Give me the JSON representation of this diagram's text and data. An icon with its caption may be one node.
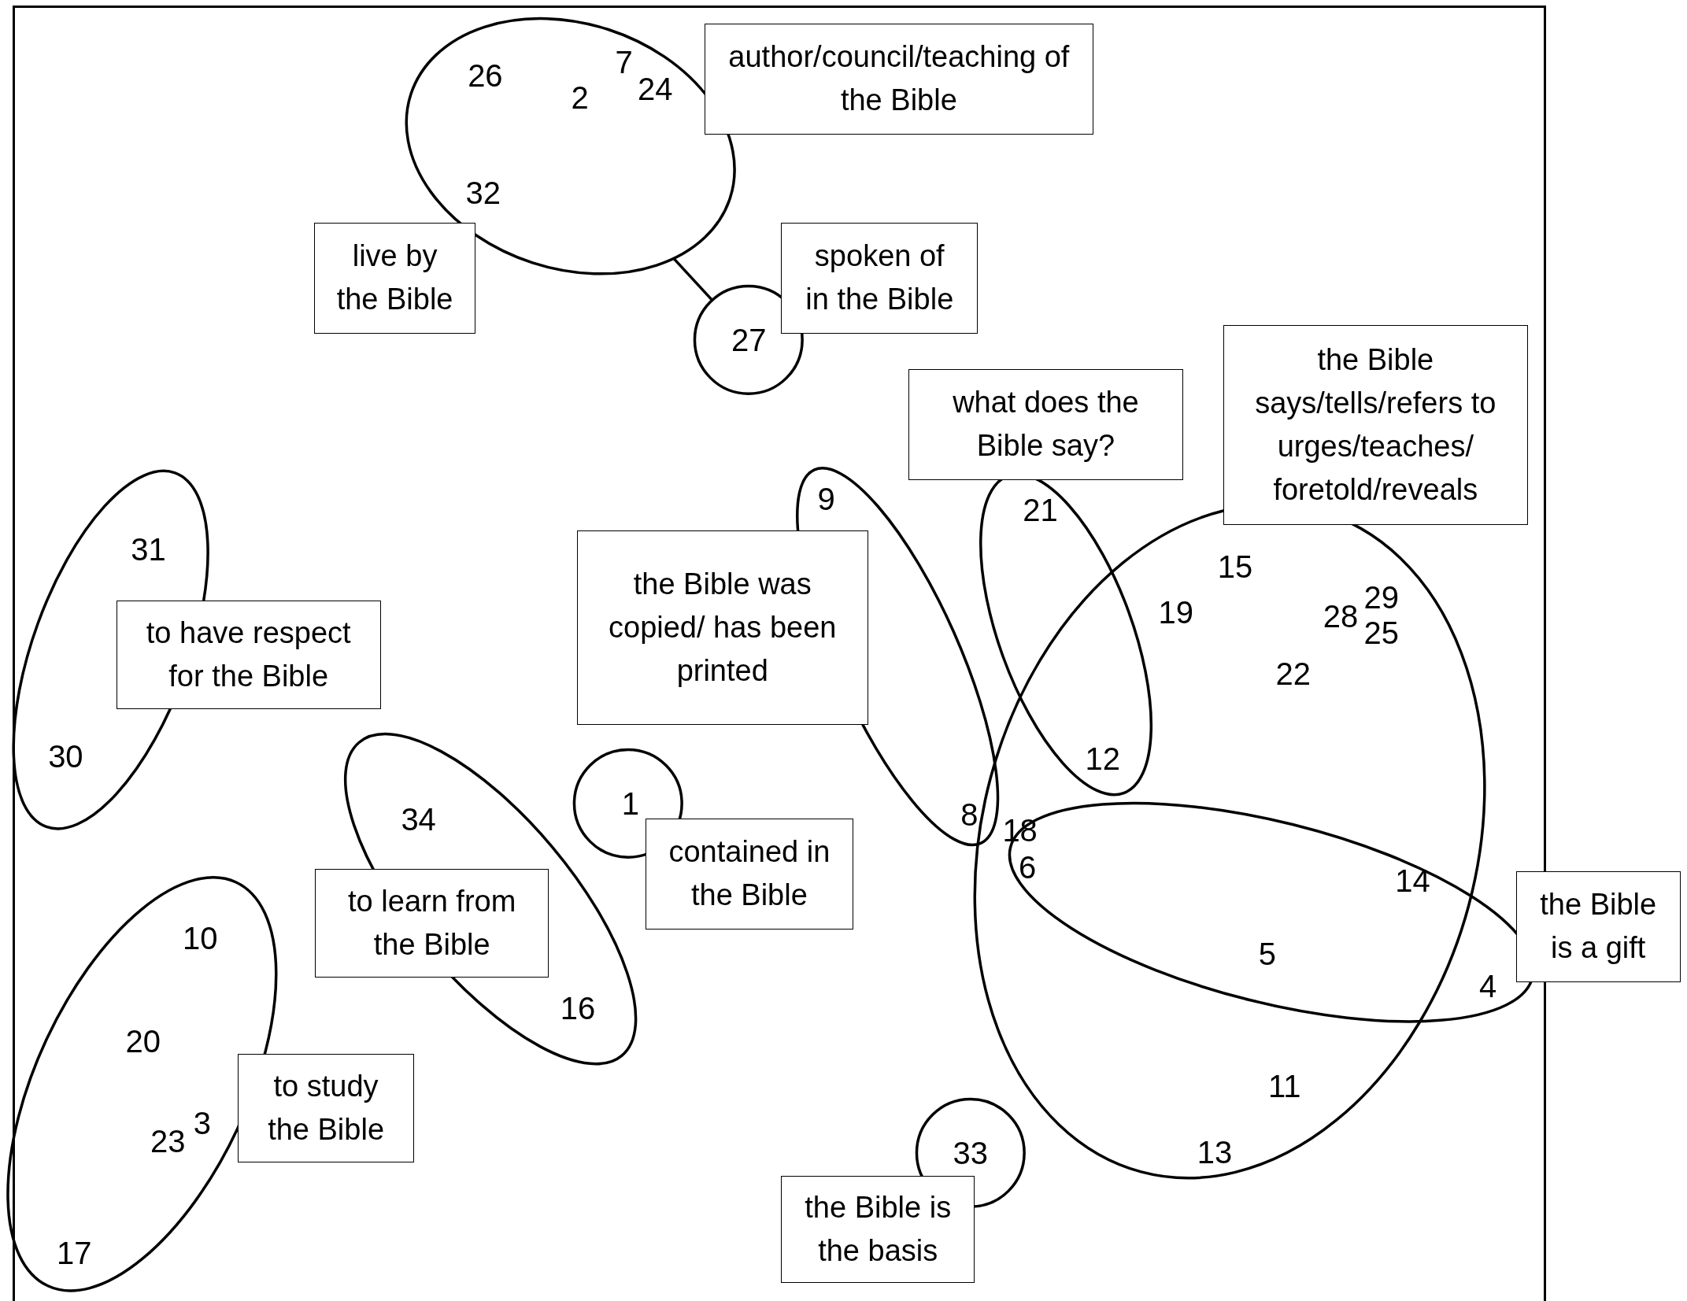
{
  "diagram": {
    "nodes": [
      {
        "text": [
          "7",
          "26",
          "2",
          "24",
          "32"
        ]
      },
      {
        "text": [
          "author/council/teaching of the Bible"
        ]
      },
      {
        "text": [
          "live by the Bible"
        ]
      },
      {
        "text": [
          "spoken of in the Bible"
        ]
      },
      {
        "text": [
          "27"
        ]
      },
      {
        "text": [
          "what does the Bible say?"
        ]
      },
      {
        "text": [
          "the Bible says/tells/refers to urges/teaches/ foretold/reveals"
        ]
      },
      {
        "text": [
          "31",
          "30"
        ]
      },
      {
        "text": [
          "9",
          "8"
        ]
      },
      {
        "text": [
          "21",
          "12"
        ]
      },
      {
        "text": [
          "15",
          "19",
          "29",
          "28",
          "25",
          "22",
          "18",
          "11",
          "13"
        ]
      },
      {
        "text": [
          "the Bible was copied/ has been printed"
        ]
      },
      {
        "text": [
          "to have respect for the Bible"
        ]
      },
      {
        "text": [
          "34",
          "16"
        ]
      },
      {
        "text": [
          "1"
        ]
      },
      {
        "text": [
          "contained in the Bible"
        ]
      },
      {
        "text": [
          "6",
          "14",
          "5",
          "4"
        ]
      },
      {
        "text": [
          "to learn from the Bible"
        ]
      },
      {
        "text": [
          "the Bible is a gift"
        ]
      },
      {
        "text": [
          "10",
          "20",
          "3",
          "23",
          "17"
        ]
      },
      {
        "text": [
          "to study the Bible"
        ]
      },
      {
        "text": [
          "33"
        ]
      },
      {
        "text": [
          "the Bible is the basis"
        ]
      }
    ],
    "edges": [
      {
        "from": 0,
        "to": 4,
        "arrow": "none"
      }
    ]
  }
}
